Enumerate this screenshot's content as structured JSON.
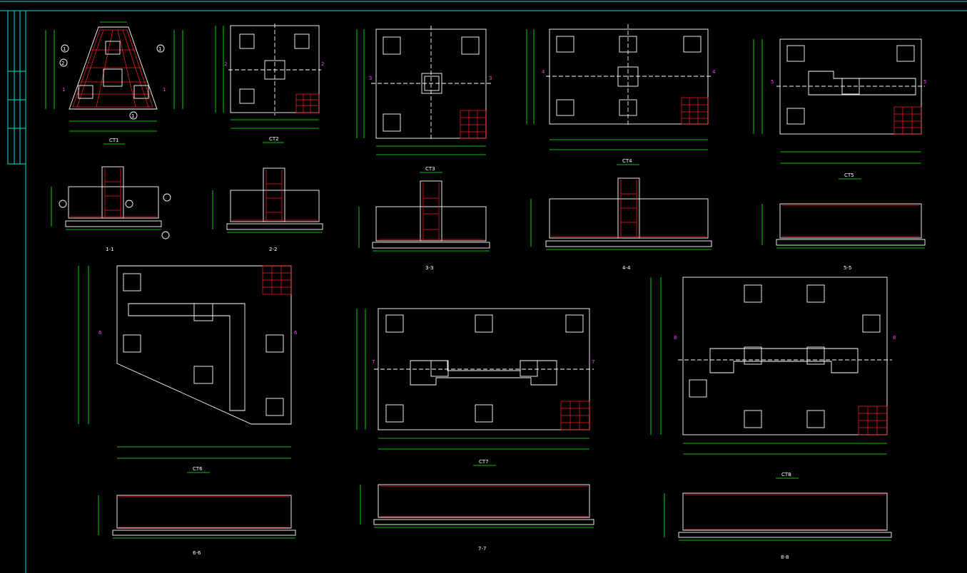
{
  "drawing": {
    "colors": {
      "background": "#000000",
      "outline": "#ffffff",
      "dimension": "#00ff00",
      "rebar": "#ff2020",
      "marker": "#ff3cff",
      "frame": "#00e5e5"
    },
    "plans": [
      {
        "id": "p1",
        "title": "CT1",
        "section_mark": "1"
      },
      {
        "id": "p2",
        "title": "CT2",
        "section_mark": "2"
      },
      {
        "id": "p3",
        "title": "CT3",
        "section_mark": "3"
      },
      {
        "id": "p4",
        "title": "CT4",
        "section_mark": "4"
      },
      {
        "id": "p5",
        "title": "CT5",
        "section_mark": "5"
      },
      {
        "id": "p6",
        "title": "CT6",
        "section_mark": "6"
      },
      {
        "id": "p7",
        "title": "CT7",
        "section_mark": "7"
      },
      {
        "id": "p8",
        "title": "CT8",
        "section_mark": "8"
      }
    ],
    "sections": [
      "1-1",
      "2-2",
      "3-3",
      "4-4",
      "5-5",
      "6-6",
      "7-7",
      "8-8"
    ],
    "callouts": [
      "1",
      "2"
    ]
  }
}
